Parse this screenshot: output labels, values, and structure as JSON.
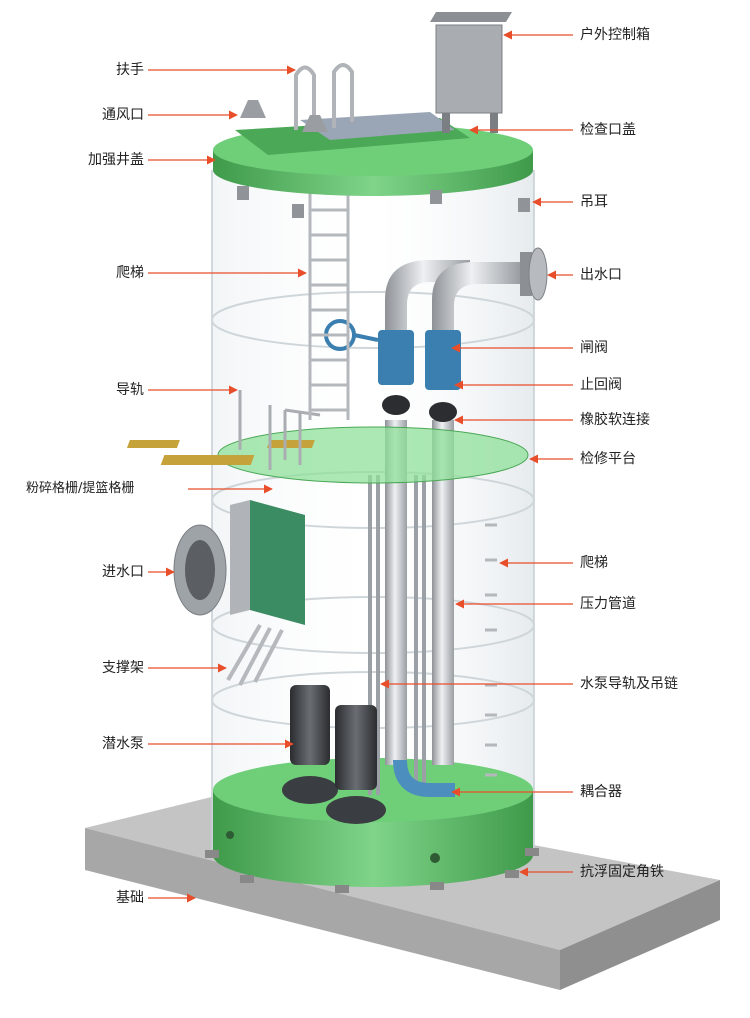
{
  "colors": {
    "arrow": "#e84e2a",
    "tank_green": "#5fc46a",
    "tank_green_dark": "#3f9a4a",
    "glass": "#dfe6ea",
    "steel": "#a9adb1",
    "valve_blue": "#3a7fb0",
    "pump_dark": "#3c3f43",
    "concrete": "#b9b9b9"
  },
  "labels": {
    "left": [
      {
        "id": "handrail",
        "text": "扶手"
      },
      {
        "id": "vent",
        "text": "通风口"
      },
      {
        "id": "reinforced-cover",
        "text": "加强井盖"
      },
      {
        "id": "ladder-top",
        "text": "爬梯"
      },
      {
        "id": "guide-rail",
        "text": "导轨"
      },
      {
        "id": "grinder-grille",
        "text": "粉碎格栅/提篮格栅"
      },
      {
        "id": "inlet",
        "text": "进水口"
      },
      {
        "id": "support-frame",
        "text": "支撑架"
      },
      {
        "id": "submersible-pump",
        "text": "潜水泵"
      },
      {
        "id": "foundation",
        "text": "基础"
      }
    ],
    "right": [
      {
        "id": "control-box",
        "text": "户外控制箱"
      },
      {
        "id": "inspection-cover",
        "text": "检查口盖"
      },
      {
        "id": "lifting-lug",
        "text": "吊耳"
      },
      {
        "id": "outlet",
        "text": "出水口"
      },
      {
        "id": "gate-valve",
        "text": "闸阀"
      },
      {
        "id": "check-valve",
        "text": "止回阀"
      },
      {
        "id": "rubber-joint",
        "text": "橡胶软连接"
      },
      {
        "id": "maintenance-platform",
        "text": "检修平台"
      },
      {
        "id": "ladder-side",
        "text": "爬梯"
      },
      {
        "id": "pressure-pipe",
        "text": "压力管道"
      },
      {
        "id": "pump-rail-chain",
        "text": "水泵导轨及吊链"
      },
      {
        "id": "coupler",
        "text": "耦合器"
      },
      {
        "id": "anti-float-angle",
        "text": "抗浮固定角铁"
      }
    ]
  }
}
